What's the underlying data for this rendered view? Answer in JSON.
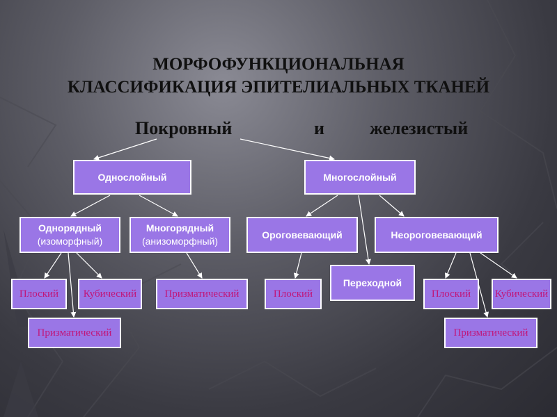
{
  "title": {
    "line1": "МОРФОФУНКЦИОНАЛЬНАЯ",
    "line2": "КЛАССИФИКАЦИЯ ЭПИТЕЛИАЛЬНЫХ ТКАНЕЙ"
  },
  "subtitle": {
    "left": "Покровный",
    "mid": "и",
    "right": "железистый"
  },
  "nodes": {
    "single_layer": "Однослойный",
    "multi_layer": "Многослойный",
    "single_row": "Однорядный",
    "single_row_note": "(изоморфный)",
    "multi_row": "Многорядный",
    "multi_row_note": "(анизоморфный)",
    "keratinizing": "Ороговевающий",
    "non_keratinizing": "Неороговевающий",
    "transitional": "Переходной",
    "sr_flat": "Плоский",
    "sr_cubic": "Кубический",
    "sr_prismatic": "Призматический",
    "mr_prismatic": "Призматический",
    "ker_flat": "Плоский",
    "nk_flat": "Плоский",
    "nk_cubic": "Кубический",
    "nk_prismatic": "Призматический"
  },
  "colors": {
    "box_fill": "#9a76e6",
    "box_border": "#ffffff",
    "leaf_text": "#c0177a",
    "arrow": "#ffffff"
  }
}
